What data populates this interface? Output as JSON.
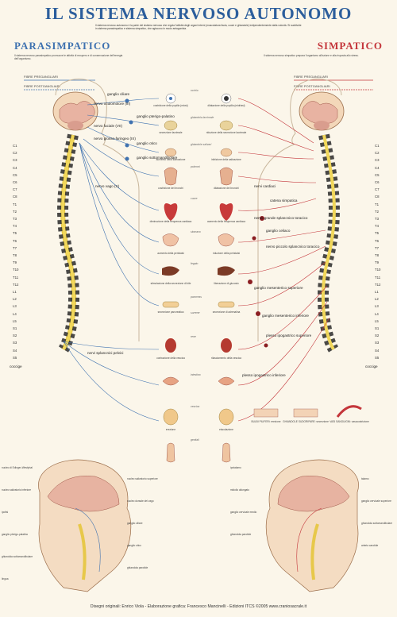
{
  "title": "IL SISTEMA NERVOSO AUTONOMO",
  "sections": {
    "left": "PARASIMPATICO",
    "right": "SIMPATICO"
  },
  "intro_text": "Il sistema nervoso autonomo è la parte del sistema nervoso che regola l'attività degli organi interni (muscolatura liscia, cuore e ghiandole) indipendentemente dalla volontà. Si suddivide in sistema parasimpatico e sistema simpatico, che agiscono in modo antagonista.",
  "para_text": "Il sistema nervoso parasimpatico promuove le attività di recupero e di conservazione dell'energia dell'organismo.",
  "simp_text": "Il sistema nervoso simpatico prepara l'organismo all'azione e alla risposta allo stress.",
  "fibre": {
    "pre": "FIBRE PREGANGLIARI",
    "post": "FIBRE POSTGANGLIARI"
  },
  "vertebrae_left": [
    "C1",
    "C2",
    "C3",
    "C4",
    "C5",
    "C6",
    "C7",
    "C8",
    "T1",
    "T2",
    "T3",
    "T4",
    "T5",
    "T6",
    "T7",
    "T8",
    "T9",
    "T10",
    "T11",
    "T12",
    "L1",
    "L2",
    "L3",
    "L4",
    "L5",
    "S1",
    "S2",
    "S3",
    "S4",
    "S5"
  ],
  "vertebrae_right": [
    "C1",
    "C2",
    "C3",
    "C4",
    "C5",
    "C6",
    "C7",
    "C8",
    "T1",
    "T2",
    "T3",
    "T4",
    "T5",
    "T6",
    "T7",
    "T8",
    "T9",
    "T10",
    "T11",
    "T12",
    "L1",
    "L2",
    "L3",
    "L4",
    "L5",
    "S1",
    "S2",
    "S3",
    "S4",
    "S5"
  ],
  "coccige": "coccige",
  "left_labels": [
    "ganglio ciliare",
    "ganglio pterigo-palatino",
    "ganglio otico",
    "ganglio sottomandibolare",
    "nervo vago (X)",
    "nervi splancnici pelvici",
    "nervo oculomotore (III)",
    "nervo faciale (VII)",
    "nervo glosso-faringeo (IX)"
  ],
  "right_labels": [
    "nervo grande splancnico toracico",
    "ganglio celiaco",
    "nervo piccolo splancnico toracico",
    "ganglio mesenterico superiore",
    "ganglio mesenterico inferiore",
    "plesso ipogastrico superiore",
    "plesso ipogastrico inferiore",
    "nervi cardiaci",
    "catena simpatica"
  ],
  "organs": [
    "occhio",
    "ghiandola lacrimale",
    "ghiandole salivari",
    "polmoni",
    "cuore",
    "stomaco",
    "fegato",
    "pancreas",
    "surrene",
    "rene",
    "intestino",
    "vescica",
    "genitali"
  ],
  "left_captions": [
    "costrizione della pupilla (miosi)",
    "secrezione lacrimale",
    "aumento della salivazione",
    "costrizione dei bronchi",
    "diminuzione della frequenza cardiaca",
    "aumento della peristalsi",
    "stimolazione della secrezione di bile",
    "secrezione pancreatica",
    "contrazione della vescica",
    "erezione"
  ],
  "right_captions": [
    "dilatazione della pupilla (midriasi)",
    "riduzione della secrezione lacrimale",
    "inibizione della salivazione",
    "dilatazione dei bronchi",
    "aumento della frequenza cardiaca",
    "riduzione della peristalsi",
    "liberazione di glucosio",
    "secrezione di adrenalina",
    "rilasciamento della vescica",
    "eiaculazione"
  ],
  "skin_labels": [
    "BULBI PILIFERI: erezione",
    "GHIANDOLE SUDORIPARE: secrezione",
    "VASI SANGUIGNI: vasocostrizione"
  ],
  "brain_left_labels": [
    "nucleo di Edinger-Westphal",
    "nucleo salivatorio superiore",
    "nucleo salivatorio inferiore",
    "nucleo dorsale del vago",
    "ipofisi",
    "ganglio ciliare",
    "ganglio pterigo-palatino",
    "ganglio otico",
    "ghiandola sottomandibolare",
    "ghiandola parotide",
    "lingua"
  ],
  "brain_right_labels": [
    "ipotalamo",
    "talamo",
    "midollo allungato",
    "ganglio cervicale superiore",
    "ganglio cervicale medio",
    "ghiandola sottomandibolare",
    "ghiandola parotide",
    "arteria carotide"
  ],
  "footer": "Disegni originali: Enrico Viola - Elaborazione grafica: Francesco Mancinelli - Edizioni ITCS ©2005 www.craniosacrale.it",
  "colors": {
    "title": "#2c5e9c",
    "para": "#3f72b0",
    "simp": "#c4363b",
    "spine": "#e7c84a",
    "bone": "#2a2a2a"
  }
}
